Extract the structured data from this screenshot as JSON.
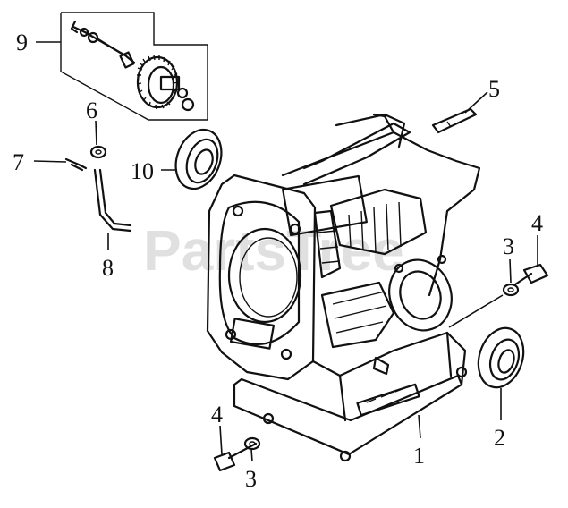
{
  "watermark": "PartsTree",
  "callouts": [
    {
      "id": "9",
      "label": "9"
    },
    {
      "id": "6",
      "label": "6"
    },
    {
      "id": "7",
      "label": "7"
    },
    {
      "id": "8",
      "label": "8"
    },
    {
      "id": "10",
      "label": "10"
    },
    {
      "id": "5",
      "label": "5"
    },
    {
      "id": "3a",
      "label": "3"
    },
    {
      "id": "4a",
      "label": "4"
    },
    {
      "id": "2",
      "label": "2"
    },
    {
      "id": "1",
      "label": "1"
    },
    {
      "id": "4b",
      "label": "4"
    },
    {
      "id": "3b",
      "label": "3"
    }
  ]
}
